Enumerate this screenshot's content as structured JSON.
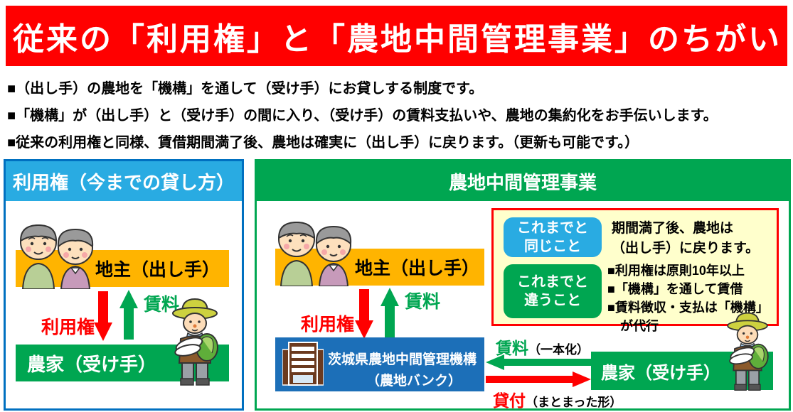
{
  "title": "従来の「利用権」と「農地中間管理事業」のちがい",
  "bullets": [
    "■（出し手）の農地を「機構」を通して（受け手）にお貸しする制度です。",
    "■「機構」が（出し手）と（受け手）の間に入り、（受け手）の賃料支払いや、農地の集約化をお手伝いします。",
    "■従来の利用権と同様、賃借期間満了後、農地は確実に（出し手）に戻ります。（更新も可能です。）"
  ],
  "left_panel": {
    "header": "利用権（今までの貸し方）",
    "landowner_label": "地主（出し手）",
    "usage_right_label": "利用権",
    "rent_label": "賃料",
    "farmer_label": "農家（受け手）"
  },
  "right_panel": {
    "header": "農地中間管理事業",
    "landowner_label": "地主（出し手）",
    "usage_right_label": "利用権",
    "rent_label": "賃料",
    "agency": {
      "line1": "茨城県農地中間管理機構",
      "line2": "（農地バンク）"
    },
    "info_box": {
      "same_tag_line1": "これまでと",
      "same_tag_line2": "同じこと",
      "same_text_line1": "期間満了後、農地は",
      "same_text_line2": "（出し手）に戻ります。",
      "diff_tag_line1": "これまでと",
      "diff_tag_line2": "違うこと",
      "diff_items": [
        "■利用権は原則10年以上",
        "■「機構」を通して賃借",
        "■賃料徴収・支払は「機構」",
        "　が代行"
      ]
    },
    "rent_arrow_label": "賃料",
    "rent_arrow_note": "（一本化）",
    "lease_arrow_label": "貸付",
    "lease_arrow_note": "（まとまった形）",
    "farmer_label": "農家（受け手）"
  },
  "colors": {
    "title_red": "#ff0000",
    "light_blue": "#29abe2",
    "panel_blue_border": "#0070c0",
    "green": "#00a651",
    "orange": "#ffb400",
    "agency_blue": "#1c6fb8",
    "info_yellow": "#ffffcc",
    "info_border_red": "#ff0000"
  }
}
